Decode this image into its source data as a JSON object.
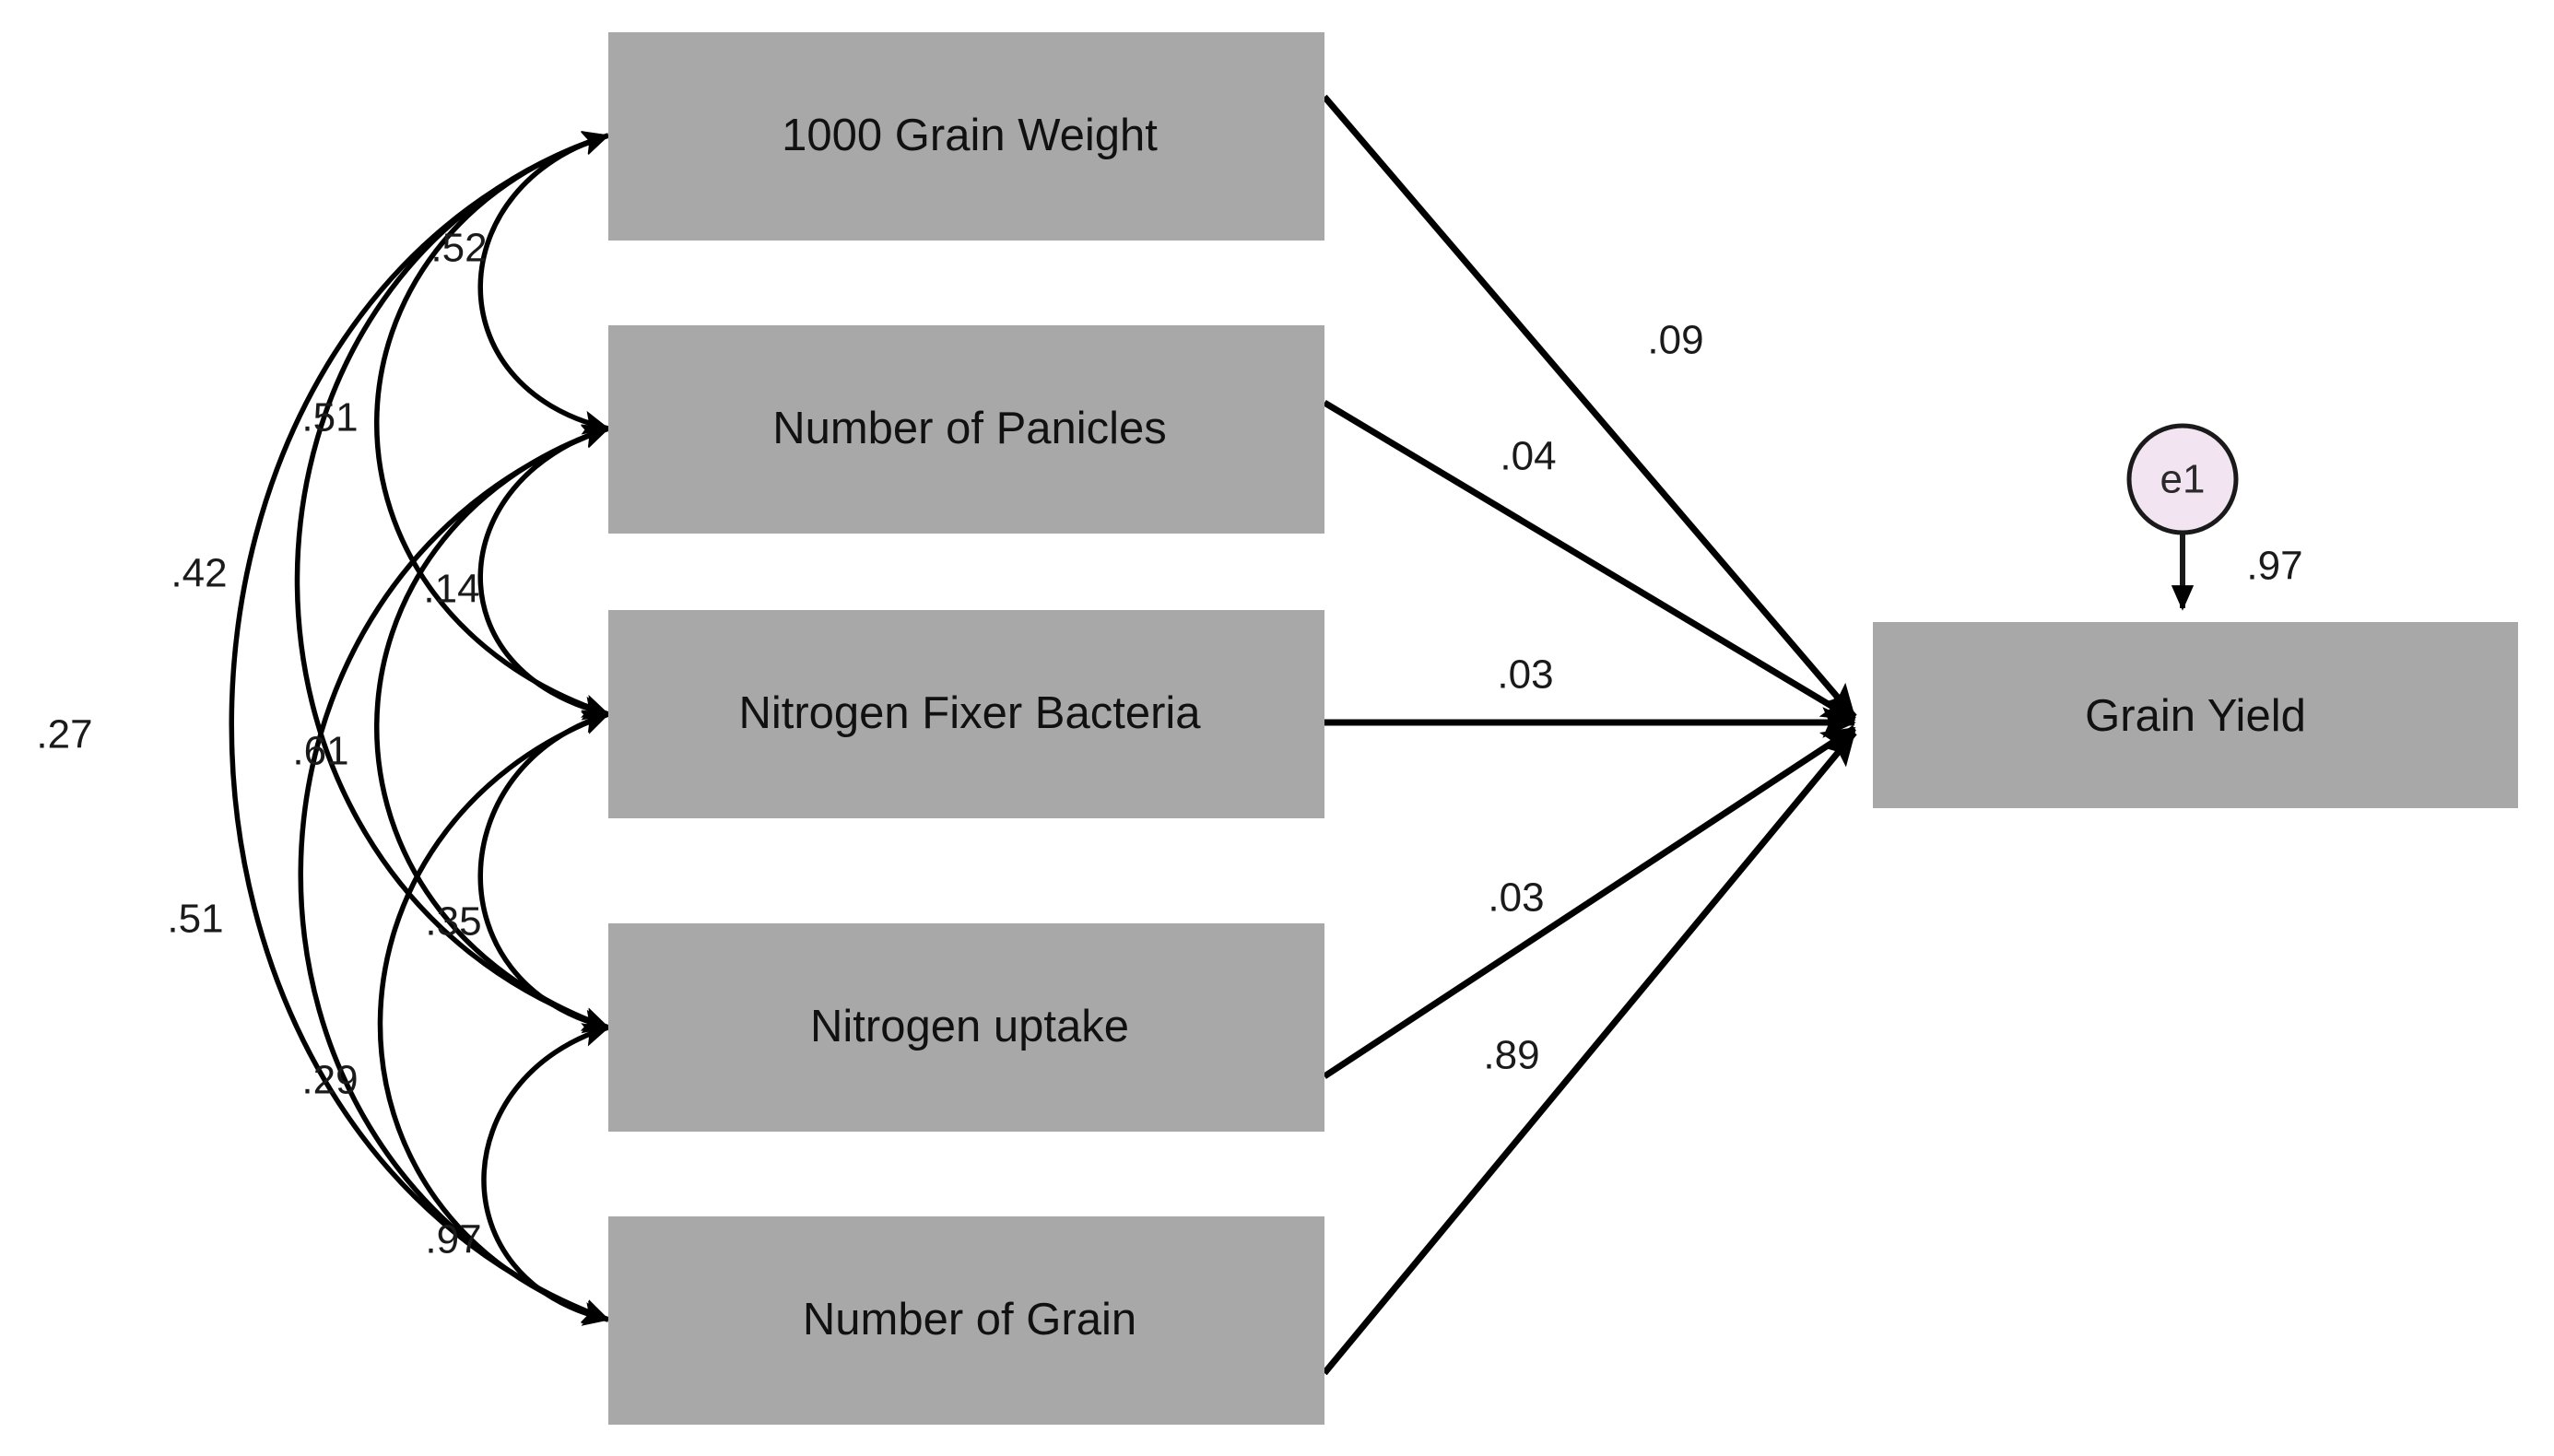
{
  "diagram": {
    "type": "structural-equation-model-path-diagram",
    "colors": {
      "box_fill": "#a8a8a8",
      "error_fill": "#f2e4f0",
      "stroke": "#000000",
      "background": "#ffffff"
    },
    "observed_variables": [
      {
        "id": "grain_weight",
        "label": "1000 Grain Weight"
      },
      {
        "id": "panicles",
        "label": "Number of Panicles"
      },
      {
        "id": "n_fixer",
        "label": "Nitrogen Fixer Bacteria"
      },
      {
        "id": "n_uptake",
        "label": "Nitrogen uptake"
      },
      {
        "id": "grain_number",
        "label": "Number of Grain"
      }
    ],
    "outcome": {
      "id": "grain_yield",
      "label": "Grain Yield"
    },
    "error_term": {
      "id": "e1",
      "label": "e1",
      "coefficient": ".97"
    },
    "paths": [
      {
        "from": "grain_weight",
        "to": "grain_yield",
        "coefficient": ".09"
      },
      {
        "from": "panicles",
        "to": "grain_yield",
        "coefficient": ".04"
      },
      {
        "from": "n_fixer",
        "to": "grain_yield",
        "coefficient": ".03"
      },
      {
        "from": "n_uptake",
        "to": "grain_yield",
        "coefficient": ".03"
      },
      {
        "from": "grain_number",
        "to": "grain_yield",
        "coefficient": ".89"
      }
    ],
    "correlations": [
      {
        "between": [
          "grain_weight",
          "panicles"
        ],
        "coefficient": ".52"
      },
      {
        "between": [
          "grain_weight",
          "n_fixer"
        ],
        "coefficient": ".51"
      },
      {
        "between": [
          "grain_weight",
          "n_uptake"
        ],
        "coefficient": ".42"
      },
      {
        "between": [
          "grain_weight",
          "grain_number"
        ],
        "coefficient": ".27"
      },
      {
        "between": [
          "panicles",
          "n_fixer"
        ],
        "coefficient": ".14"
      },
      {
        "between": [
          "panicles",
          "n_uptake"
        ],
        "coefficient": ".61"
      },
      {
        "between": [
          "panicles",
          "grain_number"
        ],
        "coefficient": ".51"
      },
      {
        "between": [
          "n_fixer",
          "n_uptake"
        ],
        "coefficient": ".35"
      },
      {
        "between": [
          "n_fixer",
          "grain_number"
        ],
        "coefficient": ".29"
      },
      {
        "between": [
          "n_uptake",
          "grain_number"
        ],
        "coefficient": ".97"
      }
    ]
  }
}
